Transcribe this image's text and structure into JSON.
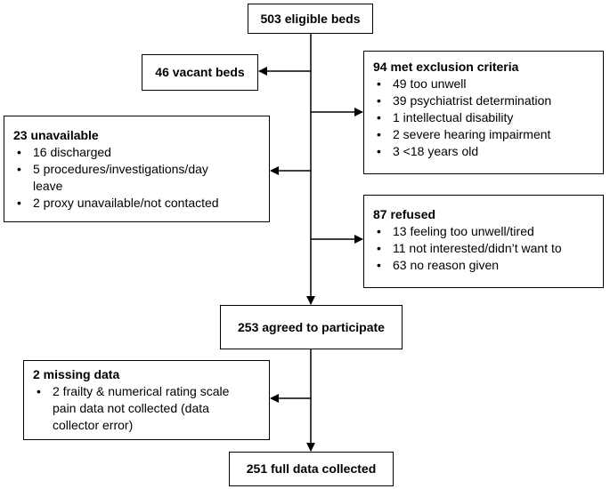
{
  "eligible": {
    "label": "503 eligible beds"
  },
  "vacant": {
    "label": "46 vacant beds"
  },
  "exclusion": {
    "title": "94 met exclusion criteria",
    "items": [
      "49 too unwell",
      "39 psychiatrist determination",
      "1 intellectual disability",
      "2 severe hearing impairment",
      "3 <18 years old"
    ]
  },
  "unavailable": {
    "title": "23 unavailable",
    "items": [
      "16 discharged",
      "5 procedures/investigations/day leave",
      "2 proxy unavailable/not contacted"
    ]
  },
  "refused": {
    "title": "87 refused",
    "items": [
      "13 feeling too unwell/tired",
      "11 not interested/didn’t want to",
      "63 no reason given"
    ]
  },
  "agreed": {
    "label": "253 agreed to participate"
  },
  "missing": {
    "title": "2 missing data",
    "items": [
      "2 frailty & numerical rating scale pain data not collected (data collector error)"
    ]
  },
  "full": {
    "label": "251 full data collected"
  }
}
